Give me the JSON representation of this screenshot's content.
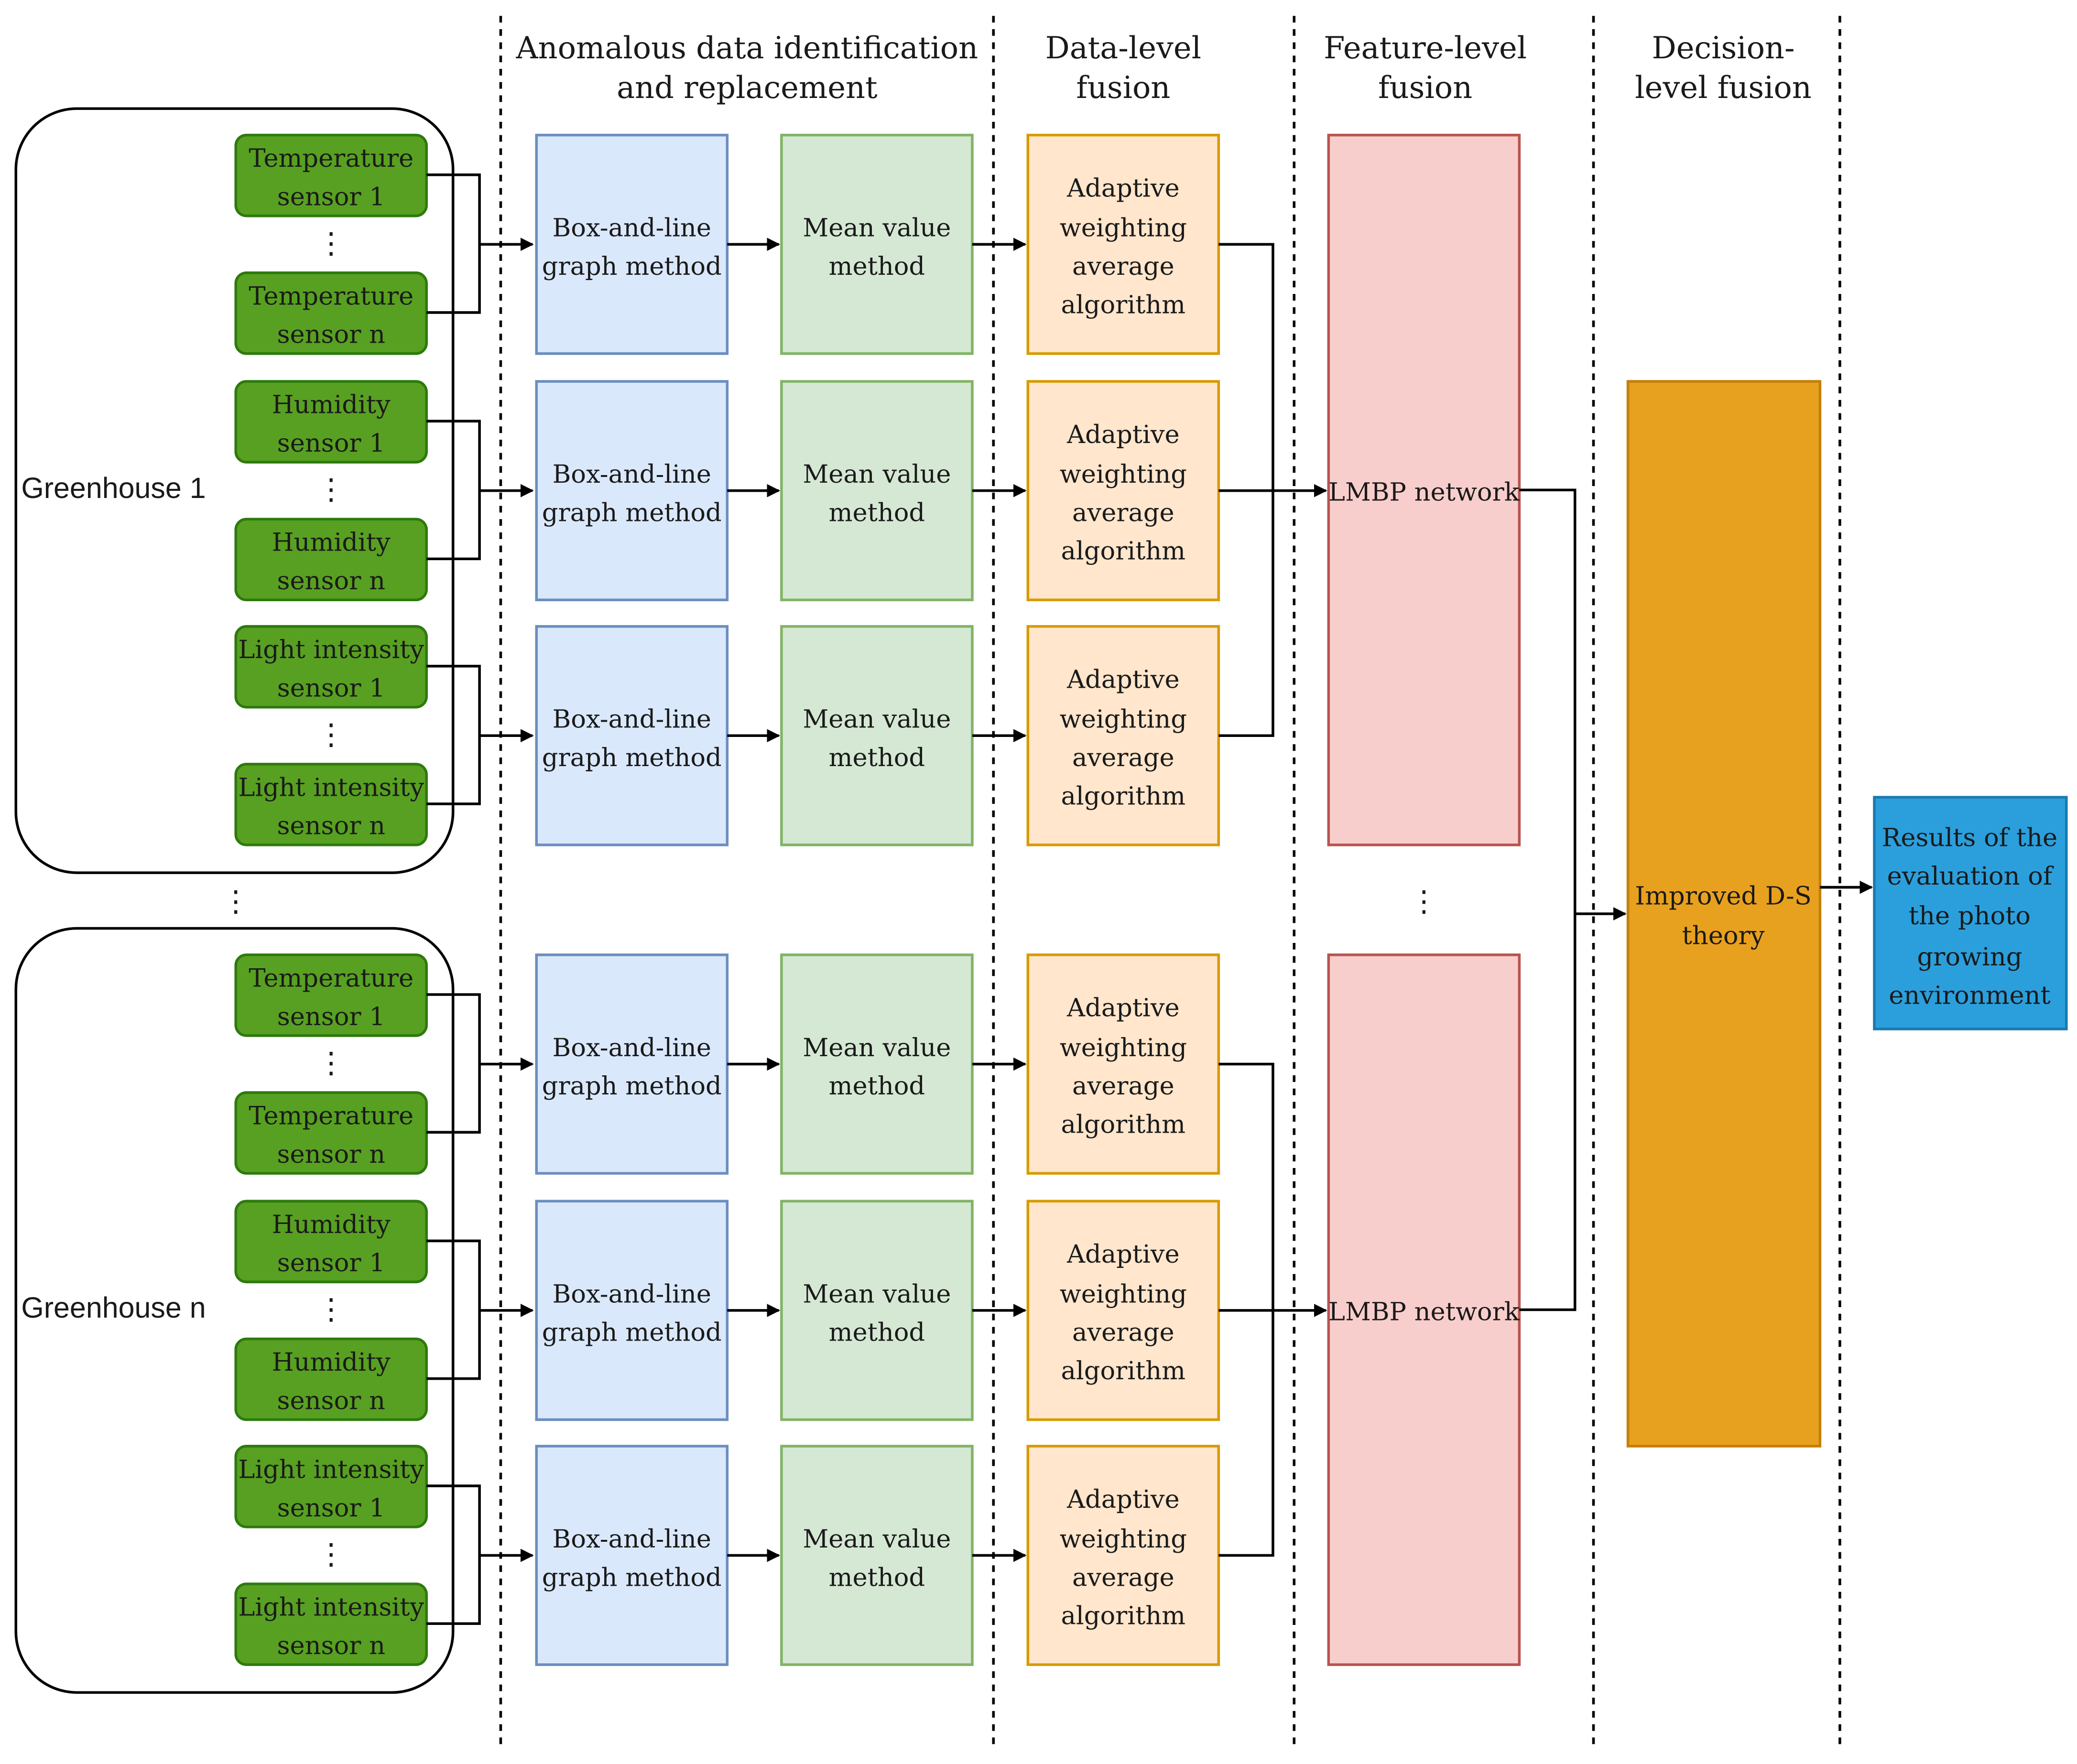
{
  "headers": {
    "anomalous": [
      "Anomalous data identification",
      "and replacement"
    ],
    "data_level": [
      "Data-level",
      "fusion"
    ],
    "feature_level": [
      "Feature-level",
      "fusion"
    ],
    "decision_level": [
      "Decision-",
      "level fusion"
    ]
  },
  "greenhouses": [
    {
      "label": "Greenhouse 1",
      "sensor_groups": [
        {
          "first": [
            "Temperature",
            "sensor 1"
          ],
          "last": [
            "Temperature",
            "sensor n"
          ]
        },
        {
          "first": [
            "Humidity",
            "sensor 1"
          ],
          "last": [
            "Humidity",
            "sensor n"
          ]
        },
        {
          "first": [
            "Light intensity",
            "sensor 1"
          ],
          "last": [
            "Light intensity",
            "sensor n"
          ]
        }
      ]
    },
    {
      "label": "Greenhouse n",
      "sensor_groups": [
        {
          "first": [
            "Temperature",
            "sensor 1"
          ],
          "last": [
            "Temperature",
            "sensor n"
          ]
        },
        {
          "first": [
            "Humidity",
            "sensor 1"
          ],
          "last": [
            "Humidity",
            "sensor n"
          ]
        },
        {
          "first": [
            "Light intensity",
            "sensor 1"
          ],
          "last": [
            "Light intensity",
            "sensor n"
          ]
        }
      ]
    }
  ],
  "pipeline": {
    "box_line": [
      "Box-and-line",
      "graph method"
    ],
    "mean_value": [
      "Mean value",
      "method"
    ],
    "adaptive": [
      "Adaptive",
      "weighting",
      "average",
      "algorithm"
    ],
    "lmbp": "LMBP network",
    "improved_ds": [
      "Improved D-S",
      "theory"
    ],
    "result": [
      "Results of the",
      "evaluation of",
      "the photo",
      "growing",
      "environment"
    ]
  },
  "ellipsis": "⋮",
  "colors": {
    "sensor_fill": "#58a021",
    "sensor_stroke": "#2d7a0e",
    "box_line_fill": "#dae8fc",
    "box_line_stroke": "#6c8ebf",
    "mean_fill": "#d5e8d4",
    "mean_stroke": "#82b366",
    "adaptive_fill": "#ffe6cc",
    "adaptive_stroke": "#d79b00",
    "lmbp_fill": "#f8cecc",
    "lmbp_stroke": "#b85450",
    "ds_fill": "#e8a11e",
    "ds_stroke": "#c47f0a",
    "result_fill": "#2b9fdc",
    "result_stroke": "#1a7ab0"
  }
}
